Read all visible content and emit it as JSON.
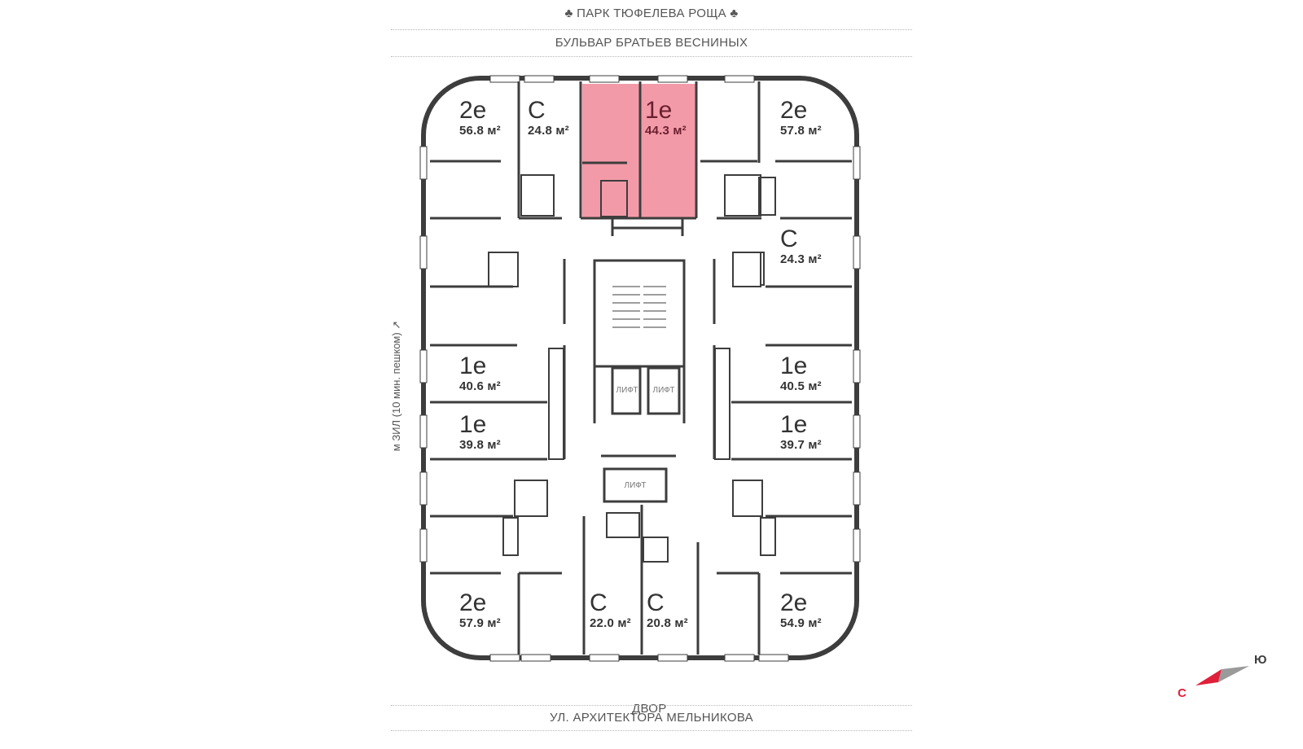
{
  "streets": {
    "top": "ПАРК ТЮФЕЛЕВА РОЩА",
    "boulevard": "БУЛЬВАР БРАТЬЕВ ВЕСНИНЫХ",
    "yard": "ДВОР",
    "bottom": "УЛ. АРХИТЕКТОРА МЕЛЬНИКОВА",
    "metro": "м ЗИЛ (10 мин. пешком)"
  },
  "apartments": [
    {
      "id": "tl-2e",
      "type": "2е",
      "area": "56.8 м²",
      "selected": false
    },
    {
      "id": "top-c1",
      "type": "С",
      "area": "24.8 м²",
      "selected": false
    },
    {
      "id": "top-1e",
      "type": "1е",
      "area": "44.3 м²",
      "selected": true
    },
    {
      "id": "tr-2e",
      "type": "2е",
      "area": "57.8 м²",
      "selected": false
    },
    {
      "id": "r-c",
      "type": "С",
      "area": "24.3 м²",
      "selected": false
    },
    {
      "id": "l-1e-a",
      "type": "1е",
      "area": "40.6 м²",
      "selected": false
    },
    {
      "id": "r-1e-a",
      "type": "1е",
      "area": "40.5 м²",
      "selected": false
    },
    {
      "id": "l-1e-b",
      "type": "1е",
      "area": "39.8 м²",
      "selected": false
    },
    {
      "id": "r-1e-b",
      "type": "1е",
      "area": "39.7 м²",
      "selected": false
    },
    {
      "id": "bl-2e",
      "type": "2е",
      "area": "57.9 м²",
      "selected": false
    },
    {
      "id": "bot-c1",
      "type": "С",
      "area": "22.0 м²",
      "selected": false
    },
    {
      "id": "bot-c2",
      "type": "С",
      "area": "20.8 м²",
      "selected": false
    },
    {
      "id": "br-2e",
      "type": "2е",
      "area": "54.9 м²",
      "selected": false
    }
  ],
  "lifts": [
    "ЛИФТ",
    "ЛИФТ",
    "ЛИФТ"
  ],
  "compass": {
    "north": "С",
    "south": "Ю"
  },
  "colors": {
    "selected": "#f29aa8",
    "walls": "#3d3d3d",
    "compass_red": "#e0203a",
    "compass_gray": "#9a9a9a"
  }
}
